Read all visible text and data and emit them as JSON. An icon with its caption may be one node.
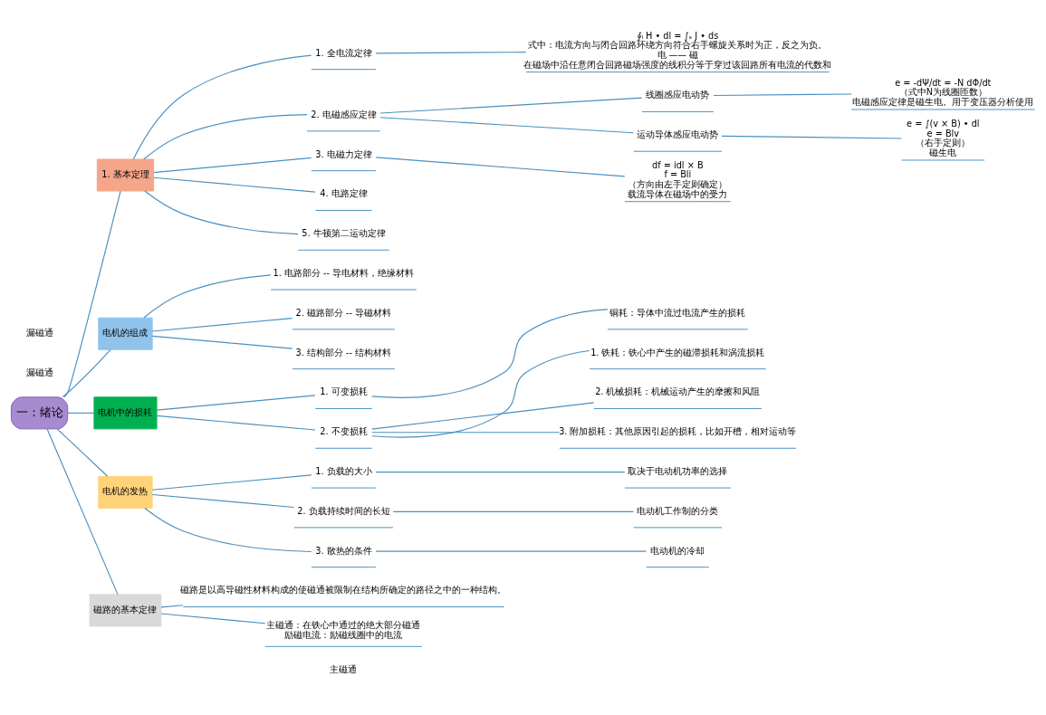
{
  "diagram": {
    "nodes": [
      {
        "text": [
          "一：绪论"
        ]
      },
      {
        "text": [
          "1. 基本定理"
        ]
      },
      {
        "text": [
          "1. 全电流定律"
        ]
      },
      {
        "text": [
          "∮ₗ H • dl = ∫ₛ J • ds",
          "式中：电流方向与闭合回路环绕方向符合右手螺旋关系时为正，反之为负。",
          "电 —— 磁",
          "在磁场中沿任意闭合回路磁场强度的线积分等于穿过该回路所有电流的代数和"
        ]
      },
      {
        "text": [
          "2. 电磁感应定律"
        ]
      },
      {
        "text": [
          "线圈感应电动势"
        ]
      },
      {
        "text": [
          "e = -dΨ/dt = -N dΦ/dt",
          "（式中N为线圈匝数）",
          "电磁感应定律是磁生电。用于变压器分析使用"
        ]
      },
      {
        "text": [
          "运动导体感应电动势"
        ]
      },
      {
        "text": [
          "e = ∫(v × B) • dl",
          "e = Blv",
          "（右手定则）",
          "磁生电"
        ]
      },
      {
        "text": [
          "3. 电磁力定律"
        ]
      },
      {
        "text": [
          "df = idl × B",
          "f = Bli",
          "（方向由左手定则确定）",
          "载流导体在磁场中的受力"
        ]
      },
      {
        "text": [
          "4. 电路定律"
        ]
      },
      {
        "text": [
          "5. 牛顿第二运动定律"
        ]
      },
      {
        "text": [
          "电机的组成"
        ]
      },
      {
        "text": [
          "1. 电路部分 -- 导电材料，绝缘材料"
        ]
      },
      {
        "text": [
          "2. 磁路部分 -- 导磁材料"
        ]
      },
      {
        "text": [
          "3. 结构部分 -- 结构材料"
        ]
      },
      {
        "text": [
          "电机中的损耗"
        ]
      },
      {
        "text": [
          "1. 可变损耗"
        ]
      },
      {
        "text": [
          "铜耗：导体中流过电流产生的损耗"
        ]
      },
      {
        "text": [
          "2. 不变损耗"
        ]
      },
      {
        "text": [
          "1. 铁耗：铁心中产生的磁滞损耗和涡流损耗"
        ]
      },
      {
        "text": [
          "2. 机械损耗：机械运动产生的摩擦和风阻"
        ]
      },
      {
        "text": [
          "3. 附加损耗：其他原因引起的损耗，比如开槽，相对运动等"
        ]
      },
      {
        "text": [
          "电机的发热"
        ]
      },
      {
        "text": [
          "1. 负载的大小"
        ]
      },
      {
        "text": [
          "取决于电动机功率的选择"
        ]
      },
      {
        "text": [
          "2. 负载持续时间的长短"
        ]
      },
      {
        "text": [
          "电动机工作制的分类"
        ]
      },
      {
        "text": [
          "3. 散热的条件"
        ]
      },
      {
        "text": [
          "电动机的冷却"
        ]
      },
      {
        "text": [
          "磁路的基本定律"
        ]
      },
      {
        "text": [
          "磁路是以高导磁性材料构成的使磁通被限制在结构所确定的路径之中的一种结构。"
        ]
      },
      {
        "text": [
          "主磁通：在铁心中通过的绝大部分磁通",
          "励磁电流：励磁线圈中的电流"
        ]
      }
    ],
    "edges": [
      {
        "from": 0,
        "to": 1,
        "arrow": "none"
      },
      {
        "from": 1,
        "to": 2,
        "arrow": "none"
      },
      {
        "from": 2,
        "to": 3,
        "arrow": "none"
      },
      {
        "from": 1,
        "to": 4,
        "arrow": "none"
      },
      {
        "from": 4,
        "to": 5,
        "arrow": "none"
      },
      {
        "from": 5,
        "to": 6,
        "arrow": "none"
      },
      {
        "from": 4,
        "to": 7,
        "arrow": "none"
      },
      {
        "from": 7,
        "to": 8,
        "arrow": "none"
      },
      {
        "from": 1,
        "to": 9,
        "arrow": "none"
      },
      {
        "from": 9,
        "to": 10,
        "arrow": "none"
      },
      {
        "from": 1,
        "to": 11,
        "arrow": "none"
      },
      {
        "from": 1,
        "to": 12,
        "arrow": "none"
      },
      {
        "from": 0,
        "to": 13,
        "arrow": "none"
      },
      {
        "from": 13,
        "to": 14,
        "arrow": "none"
      },
      {
        "from": 13,
        "to": 15,
        "arrow": "none"
      },
      {
        "from": 13,
        "to": 16,
        "arrow": "none"
      },
      {
        "from": 0,
        "to": 17,
        "arrow": "none"
      },
      {
        "from": 17,
        "to": 18,
        "arrow": "none"
      },
      {
        "from": 18,
        "to": 19,
        "arrow": "none"
      },
      {
        "from": 17,
        "to": 20,
        "arrow": "none"
      },
      {
        "from": 20,
        "to": 21,
        "arrow": "none"
      },
      {
        "from": 20,
        "to": 22,
        "arrow": "none"
      },
      {
        "from": 20,
        "to": 23,
        "arrow": "none"
      },
      {
        "from": 0,
        "to": 24,
        "arrow": "none"
      },
      {
        "from": 24,
        "to": 25,
        "arrow": "none"
      },
      {
        "from": 25,
        "to": 26,
        "arrow": "none"
      },
      {
        "from": 24,
        "to": 27,
        "arrow": "none"
      },
      {
        "from": 27,
        "to": 28,
        "arrow": "none"
      },
      {
        "from": 24,
        "to": 29,
        "arrow": "none"
      },
      {
        "from": 29,
        "to": 30,
        "arrow": "none"
      },
      {
        "from": 0,
        "to": 31,
        "arrow": "none"
      },
      {
        "from": 31,
        "to": 32,
        "arrow": "none"
      },
      {
        "from": 31,
        "to": 33,
        "arrow": "none"
      }
    ],
    "labels": [
      "主磁通",
      "漏磁通",
      "漏磁通"
    ]
  }
}
